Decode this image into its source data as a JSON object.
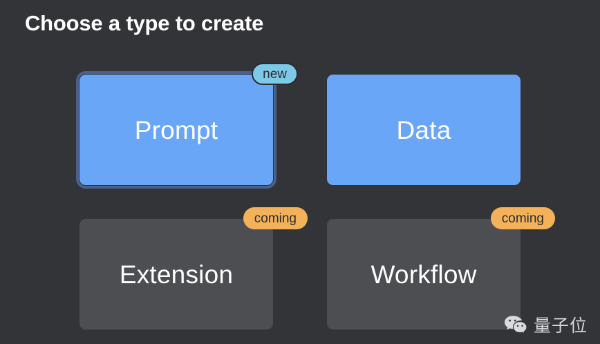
{
  "page": {
    "title": "Choose a type to create",
    "background_color": "#333438"
  },
  "cards": [
    {
      "id": "prompt",
      "label": "Prompt",
      "state": "available",
      "selected": true,
      "color": "#6aa6f8",
      "badge": {
        "label": "new",
        "kind": "new",
        "background": "#7ec8e8",
        "text_color": "#2b2c30"
      }
    },
    {
      "id": "data",
      "label": "Data",
      "state": "available",
      "selected": false,
      "color": "#6aa6f8",
      "badge": null
    },
    {
      "id": "extension",
      "label": "Extension",
      "state": "coming-soon",
      "selected": false,
      "color": "#4d4e52",
      "badge": {
        "label": "coming",
        "kind": "coming",
        "background": "#f3b25a",
        "text_color": "#2b2c30"
      }
    },
    {
      "id": "workflow",
      "label": "Workflow",
      "state": "coming-soon",
      "selected": false,
      "color": "#4d4e52",
      "badge": {
        "label": "coming",
        "kind": "coming",
        "background": "#f3b25a",
        "text_color": "#2b2c30"
      }
    }
  ],
  "watermark": {
    "icon": "wechat-icon",
    "text": "量子位"
  }
}
